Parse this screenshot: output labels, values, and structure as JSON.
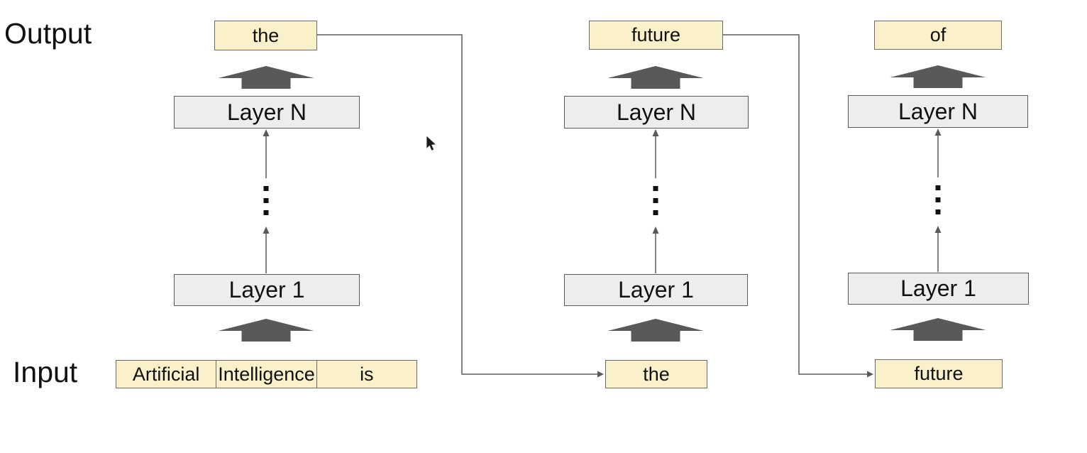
{
  "labels": {
    "output": "Output",
    "input": "Input"
  },
  "columns": [
    {
      "output_token": "the",
      "layer_n": "Layer N",
      "layer_1": "Layer 1",
      "inputs": [
        "Artificial",
        "Intelligence",
        "is"
      ]
    },
    {
      "output_token": "future",
      "layer_n": "Layer N",
      "layer_1": "Layer 1",
      "inputs": [
        "the"
      ]
    },
    {
      "output_token": "of",
      "layer_n": "Layer N",
      "layer_1": "Layer 1",
      "inputs": [
        "future"
      ]
    }
  ],
  "icons": {
    "block_arrow": "thick-up-arrow",
    "ellipsis": "vertical-dots",
    "cursor": "mouse-pointer"
  },
  "colors": {
    "background": "#ffffff",
    "token_fill": "#faf0ca",
    "token_border": "#6b6b6b",
    "layer_fill": "#ededed",
    "layer_border": "#5a5a5a",
    "block_arrow": "#58595b",
    "connector_line": "#5a5a5a",
    "text": "#111111"
  }
}
